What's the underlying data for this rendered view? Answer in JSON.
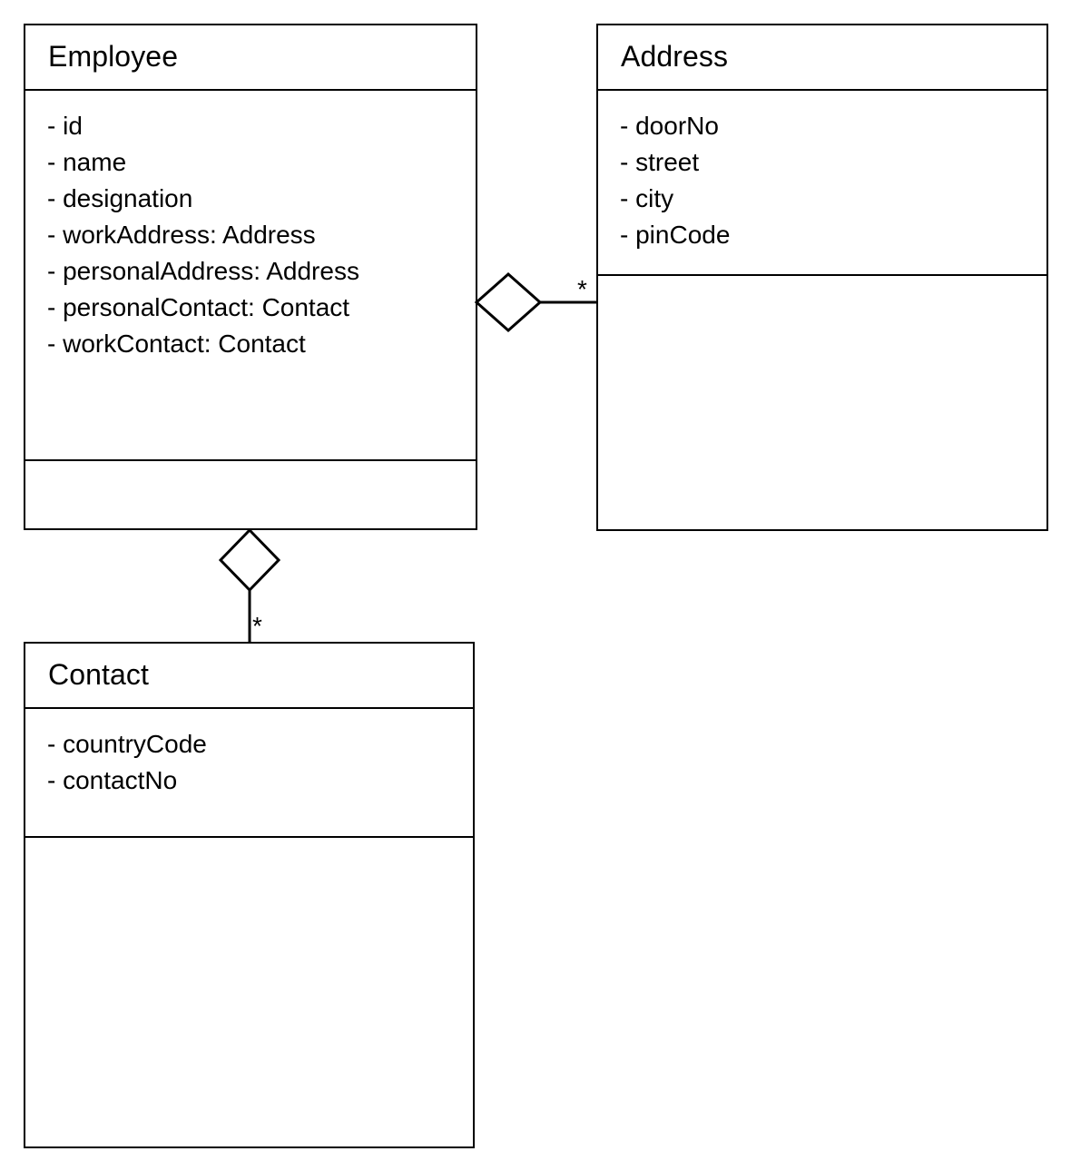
{
  "diagram": {
    "type": "uml-class-diagram",
    "notation": "UML",
    "background_color": "#ffffff",
    "line_color": "#000000",
    "text_color": "#000000",
    "classes": [
      {
        "name": "Employee",
        "attributes": [
          "- id",
          "- name",
          "- designation",
          "- workAddress: Address",
          "- personalAddress: Address",
          "- personalContact: Contact",
          "- workContact: Contact"
        ],
        "methods": []
      },
      {
        "name": "Address",
        "attributes": [
          "- doorNo",
          "- street",
          "- city",
          "- pinCode"
        ],
        "methods": []
      },
      {
        "name": "Contact",
        "attributes": [
          "- countryCode",
          "- contactNo"
        ],
        "methods": []
      }
    ],
    "relationships": [
      {
        "kind": "aggregation",
        "source": "Employee",
        "target": "Address",
        "diamond_end": "Employee",
        "diamond_fill": "hollow",
        "target_multiplicity": "*"
      },
      {
        "kind": "aggregation",
        "source": "Employee",
        "target": "Contact",
        "diamond_end": "Employee",
        "diamond_fill": "hollow",
        "target_multiplicity": "*"
      }
    ]
  }
}
